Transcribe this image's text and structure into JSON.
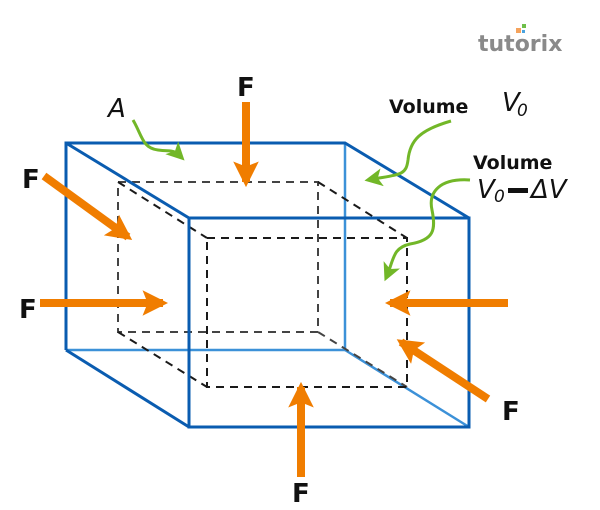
{
  "logo": {
    "text": "tutorix",
    "dot_colors": [
      "#f5a35c",
      "#6fbf4a",
      "#4aa3df"
    ]
  },
  "colors": {
    "cube_front": "#0a5cb0",
    "cube_back": "#3c91d8",
    "inner_dashed": "#1a1a1a",
    "force_arrow": "#f07d00",
    "pointer_arrow": "#72b728"
  },
  "labels": {
    "area": "A",
    "volume_initial_word": "Volume",
    "volume_initial_symbol": "V",
    "volume_initial_subscript": "0",
    "volume_final_word": "Volume",
    "volume_final_symbol": "V",
    "volume_final_subscript": "0",
    "volume_final_minus": "−",
    "volume_final_delta": "ΔV",
    "force": "F"
  },
  "forces": [
    {
      "id": "top",
      "label": "F",
      "direction": "down"
    },
    {
      "id": "upper-left",
      "label": "F",
      "direction": "down-right"
    },
    {
      "id": "left",
      "label": "F",
      "direction": "right"
    },
    {
      "id": "right",
      "label": "F",
      "direction": "left"
    },
    {
      "id": "lower-right",
      "label": "F",
      "direction": "up-left"
    },
    {
      "id": "bottom",
      "label": "F",
      "direction": "up"
    }
  ]
}
